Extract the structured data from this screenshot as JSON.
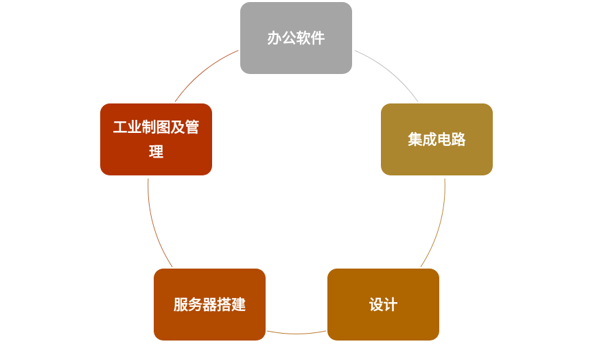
{
  "diagram": {
    "type": "cycle",
    "nodes": [
      {
        "id": "office",
        "label": "办公软件",
        "color": "#A5A5A5"
      },
      {
        "id": "ic",
        "label": "集成电路",
        "color": "#AC862E"
      },
      {
        "id": "design",
        "label": "设计",
        "color": "#AF6500"
      },
      {
        "id": "server",
        "label": "服务器搭建",
        "color": "#B24A00"
      },
      {
        "id": "cad",
        "label": "工业制图及管理",
        "color": "#B33200"
      }
    ],
    "arcs": [
      {
        "from": "office",
        "to": "ic",
        "color": "#BDBDBD"
      },
      {
        "from": "ic",
        "to": "design",
        "color": "#B9893B"
      },
      {
        "from": "design",
        "to": "server",
        "color": "#BA7A30"
      },
      {
        "from": "server",
        "to": "cad",
        "color": "#BC6A3A"
      },
      {
        "from": "cad",
        "to": "office",
        "color": "#BD5A33"
      }
    ]
  }
}
